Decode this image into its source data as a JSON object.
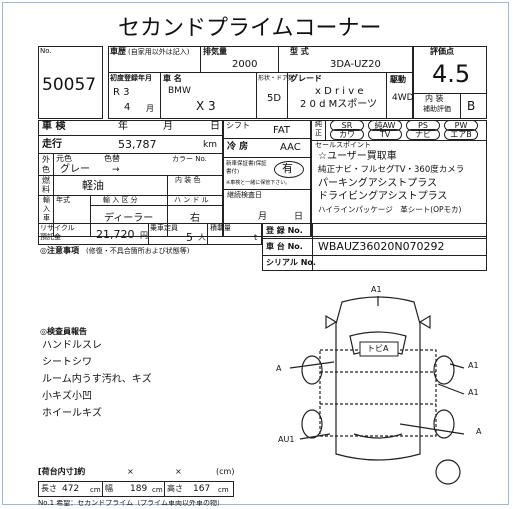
{
  "header": {
    "title": "セカンドプライムコーナー"
  },
  "lot": {
    "no_label": "No.",
    "number": "50057"
  },
  "grade_box": {
    "label": "評価点",
    "score": "4.5",
    "interior_label": "内 装",
    "interior_sub": "補助評価",
    "interior_grade": "B"
  },
  "row1": {
    "history_label": "車歴",
    "history_note": "(自家用以外は記入)",
    "displacement_label": "排気量",
    "displacement": "2000",
    "model_label": "型 式",
    "model_code": "3DA-UZ20"
  },
  "row2": {
    "first_reg_label": "初度登録年月",
    "first_reg_era": "R 3",
    "first_reg_month": "4",
    "name_label": "車 名",
    "maker": "BMW",
    "car_name": "X 3",
    "doors_label": "形状・ドア数",
    "doors": "5D",
    "grade_label": "グレード",
    "grade_line1": "x D r i v e",
    "grade_line2": "2 0 d  Mスポーツ",
    "drive_label": "駆動",
    "drive": "4WD"
  },
  "row3": {
    "inspection_label": "車 検",
    "year_label": "年",
    "month_label": "月",
    "day_label": "日",
    "shift_label": "シフト",
    "shift": "FAT"
  },
  "row4": {
    "mileage_label": "走行",
    "mileage": "53,787",
    "mileage_unit": "km",
    "ac_label": "冷 房",
    "ac": "AAC"
  },
  "row5": {
    "ext_label1": "外",
    "ext_label2": "色",
    "orig_color_label": "元色",
    "color_name_label": "色替",
    "orig_color": "グレー",
    "color_change": "→",
    "color_no_label": "カラー No.",
    "record_label": "新車保証書(保証書付)",
    "record_value": "有",
    "record_note": "※車検と一緒に保管下さい。"
  },
  "row6": {
    "fuel_label1": "燃",
    "fuel_label2": "料",
    "fuel": "軽油",
    "interior_color_label": "内 装 色"
  },
  "row7": {
    "import_label1": "輸",
    "import_label2": "入",
    "import_label3": "車",
    "year_label": "年式",
    "import_class_label": "輸 入 区 分",
    "handle_label": "ハ ン ド ル",
    "import_class": "ディーラー",
    "handle": "右",
    "renewal_label": "継続検査日",
    "renewal_month": "月",
    "renewal_day": "日"
  },
  "row8": {
    "recycle_label1": "リサイクル",
    "recycle_label2": "預託金",
    "recycle_amount": "21,720",
    "recycle_unit": "円",
    "capacity_label": "乗車定員",
    "capacity": "5",
    "capacity_unit": "人",
    "load_label": "積載量",
    "load_unit": "t"
  },
  "registration": {
    "reg_label": "登 録 No.",
    "chassis_label": "車 台 No.",
    "chassis_no": "WBAUZ36020N070292",
    "serial_label": "シリアル No."
  },
  "notes": {
    "title": "◎注意事項",
    "note_sub": "(修復・不具合箇所および状態等)"
  },
  "equipment": {
    "label1": "純",
    "label2": "正",
    "items": [
      "SR",
      "純AW",
      "PS",
      "PW",
      "カワ",
      "TV",
      "ナビ",
      "エアB"
    ],
    "circled": [
      false,
      true,
      true,
      false,
      false,
      false,
      false,
      false
    ]
  },
  "sales_points": {
    "title": "セールスポイント",
    "lines": [
      "☆ユーザー買取車",
      "純正ナビ・フルセグTV・360度カメラ",
      "パーキングアシストプラス",
      "ドライビングアシストプラス",
      "ハイラインパッケージ　革シート(OPモカ)"
    ]
  },
  "inspector": {
    "title": "◎検査員報告",
    "lines": [
      "ハンドルスレ",
      "シートシワ",
      "ルーム内うす汚れ、キズ",
      "小キズ小凹",
      "ホイールキズ"
    ]
  },
  "diagram": {
    "labels": [
      "A1",
      "A",
      "トビA",
      "A1",
      "A1",
      "AU1",
      "A"
    ]
  },
  "dimensions": {
    "inner_label": "[荷台内寸]約",
    "x1": "×",
    "x2": "×",
    "cm": "(cm)",
    "length_label": "長さ",
    "length": "472",
    "width_label": "幅",
    "width": "189",
    "height_label": "高さ",
    "height": "167",
    "unit": "cm"
  },
  "footer": {
    "text": "No.1 希望：セカンドプライム（プライム車両以外車の物）"
  }
}
